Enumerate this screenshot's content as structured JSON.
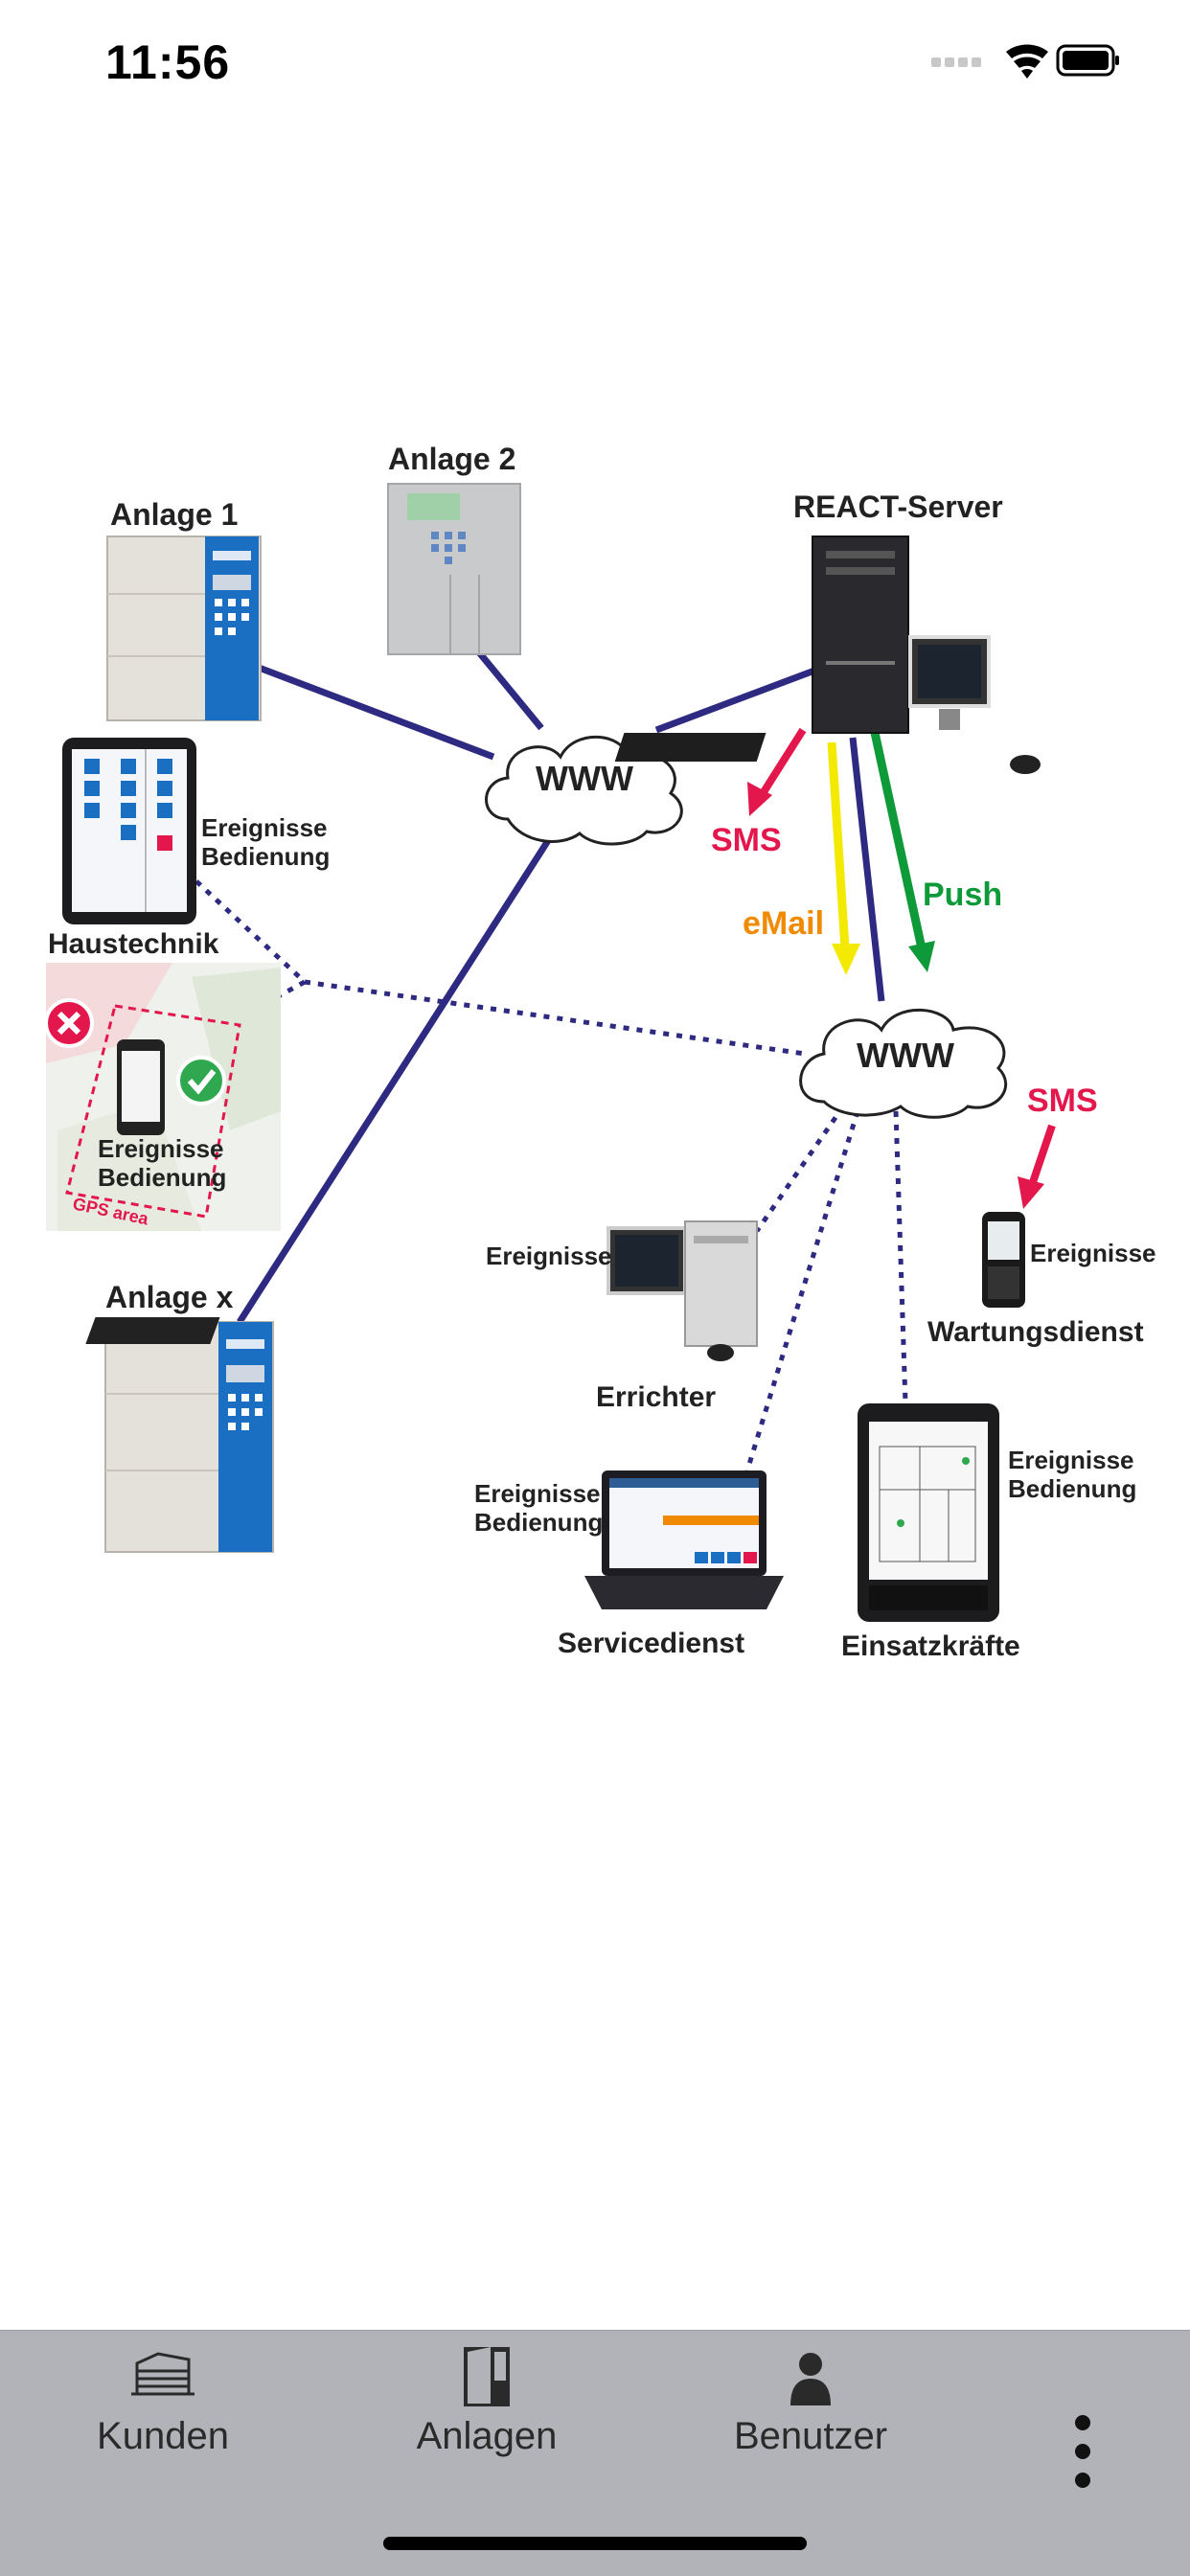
{
  "status_bar": {
    "time": "11:56"
  },
  "diagram": {
    "anlage1": "Anlage 1",
    "anlage2": "Anlage 2",
    "anlagex": "Anlage x",
    "server": "REACT-Server",
    "www1": "WWW",
    "www2": "WWW",
    "sms1": "SMS",
    "sms2": "SMS",
    "email": "eMail",
    "push": "Push",
    "haustechnik": "Haustechnik",
    "ereignisse": "Ereignisse",
    "bedienung": "Bedienung",
    "gps": "GPS area",
    "errichter": "Errichter",
    "wartungsdienst": "Wartungsdienst",
    "servicedienst": "Servicedienst",
    "einsatzkraefte": "Einsatzkräfte",
    "colors": {
      "line": "#2e2a82",
      "sms": "#e3174b",
      "email": "#f08a00",
      "push": "#0f9a3a",
      "yellow": "#f4e900",
      "panel_blue": "#1a6fc2"
    }
  },
  "tabbar": {
    "tabs": [
      {
        "label": "Kunden",
        "icon": "building-icon"
      },
      {
        "label": "Anlagen",
        "icon": "door-icon"
      },
      {
        "label": "Benutzer",
        "icon": "person-icon"
      }
    ],
    "more_icon": "more-vertical-icon"
  }
}
